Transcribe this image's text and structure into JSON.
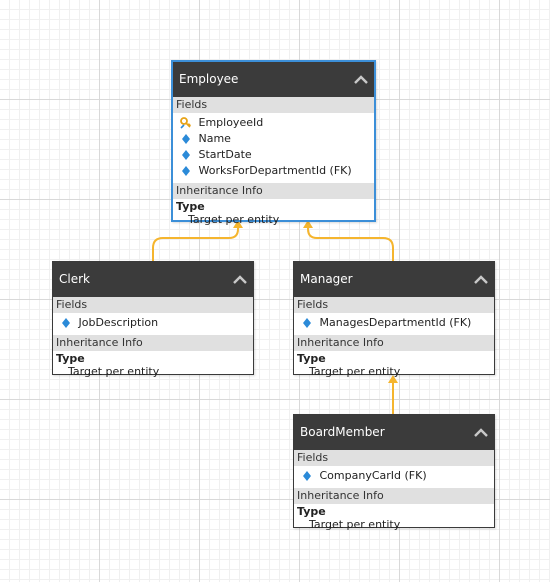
{
  "labels": {
    "fields": "Fields",
    "inheritance_info": "Inheritance Info",
    "type": "Type"
  },
  "colors": {
    "header_bg": "#3b3b3b",
    "connector": "#f5b52e",
    "key_icon": "#e8a317",
    "field_icon": "#2b8ad8",
    "selection_border": "#3c8fd8"
  },
  "entities": {
    "employee": {
      "name": "Employee",
      "fields": [
        "EmployeeId",
        "Name",
        "StartDate",
        "WorksForDepartmentId (FK)"
      ],
      "inheritance_type": "Target per entity"
    },
    "clerk": {
      "name": "Clerk",
      "fields": [
        "JobDescription"
      ],
      "inheritance_type": "Target per entity"
    },
    "manager": {
      "name": "Manager",
      "fields": [
        "ManagesDepartmentId (FK)"
      ],
      "inheritance_type": "Target per entity"
    },
    "boardmember": {
      "name": "BoardMember",
      "fields": [
        "CompanyCarId (FK)"
      ],
      "inheritance_type": "Target per entity"
    }
  }
}
